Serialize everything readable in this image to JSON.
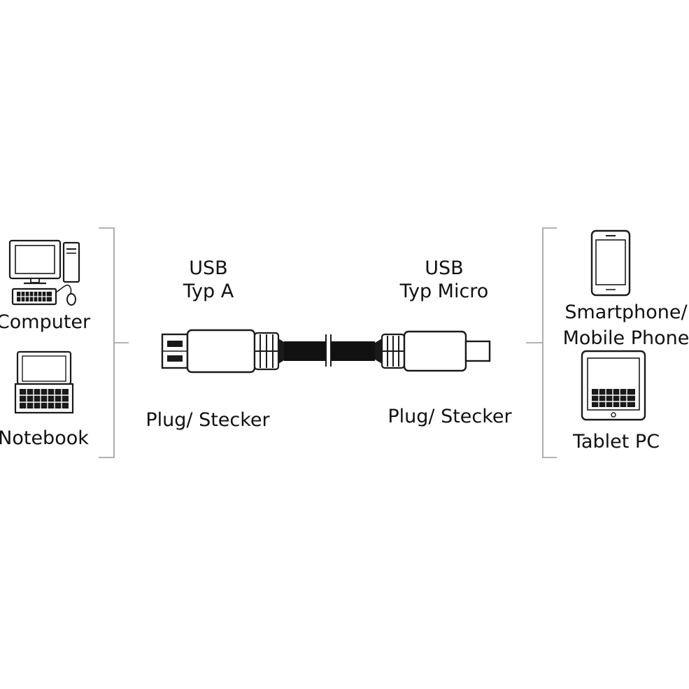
{
  "left_devices": {
    "computer_label": "Computer",
    "notebook_label": "Notebook"
  },
  "right_devices": {
    "smartphone_label_line1": "Smartphone/",
    "smartphone_label_line2": "Mobile Phone",
    "tablet_label": "Tablet PC"
  },
  "connector_a": {
    "line1": "USB",
    "line2": "Typ A",
    "caption": "Plug/ Stecker"
  },
  "connector_micro": {
    "line1": "USB",
    "line2": "Typ Micro",
    "caption": "Plug/ Stecker"
  },
  "colors": {
    "ink": "#111111",
    "bracket": "#9a9a9a",
    "cable": "#111111"
  }
}
